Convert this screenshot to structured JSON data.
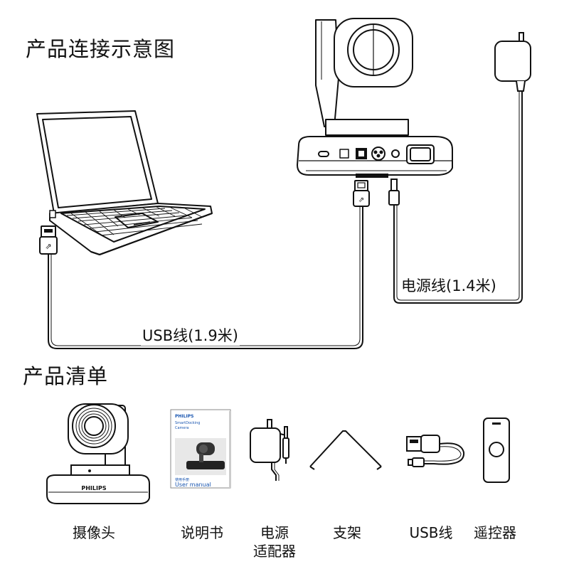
{
  "sections": {
    "connection_title": "产品连接示意图",
    "contents_title": "产品清单"
  },
  "cables": {
    "usb_label": "USB线(1.9米)",
    "power_label": "电源线(1.4米)"
  },
  "devices": {
    "camera_brand": "PHILIPS"
  },
  "manual": {
    "brand": "PHILIPS",
    "line1": "SmartDocking",
    "line2": "Camera",
    "small": "使用手册",
    "title": "User manual"
  },
  "items": [
    {
      "label": "摄像头"
    },
    {
      "label": "说明书"
    },
    {
      "label": "电源\n适配器"
    },
    {
      "label": "支架"
    },
    {
      "label": "USB线"
    },
    {
      "label": "遥控器"
    }
  ]
}
